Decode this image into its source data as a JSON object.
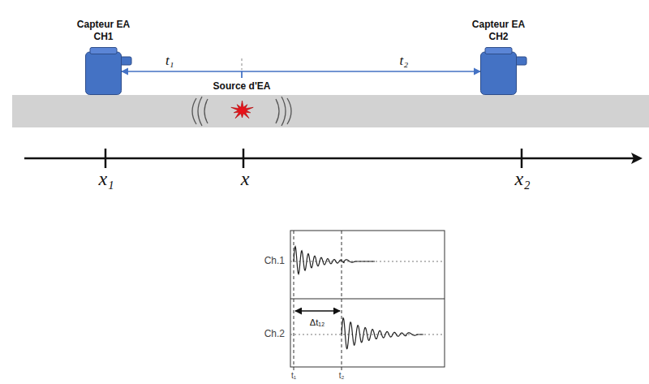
{
  "diagram": {
    "nodes": [
      {
        "text": [
          "Capteur EA CH1"
        ]
      },
      {
        "text": [
          "Source d'EA"
        ]
      },
      {
        "text": [
          "Capteur EA CH2"
        ]
      }
    ],
    "edges": [
      {
        "from": 1,
        "to": 0,
        "arrow": "to",
        "label": "t₁"
      },
      {
        "from": 1,
        "to": 2,
        "arrow": "to",
        "label": "t₂"
      }
    ],
    "labels": [
      "x₁",
      "x",
      "x₂",
      "Ch.1",
      "Ch.2",
      "Δt₁₂",
      "t₁",
      "t₂"
    ]
  }
}
